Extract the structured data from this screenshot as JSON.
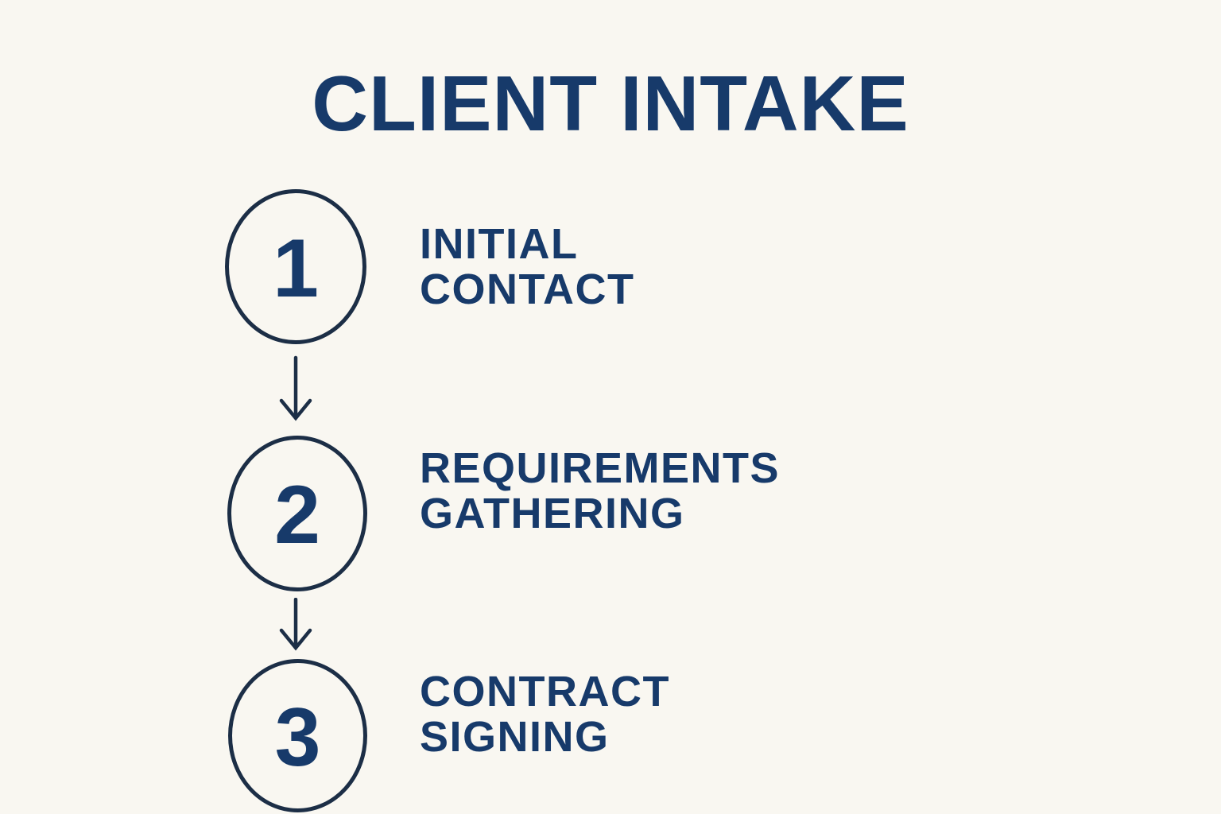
{
  "title": "CLIENT INTAKE",
  "steps": [
    {
      "number": "1",
      "label": {
        "line1": "INITIAL",
        "line2": "CONTACT"
      }
    },
    {
      "number": "2",
      "label": {
        "line1": "REQUIREMENTS",
        "line2": "GATHERING"
      }
    },
    {
      "number": "3",
      "label": {
        "line1": "CONTRACT",
        "line2": "SIGNING"
      }
    }
  ],
  "icons": {
    "connector": "down-arrow-icon"
  },
  "colors": {
    "background": "#f9f7f1",
    "text_navy": "#173a6a",
    "stroke_navy": "#1c2e46"
  }
}
